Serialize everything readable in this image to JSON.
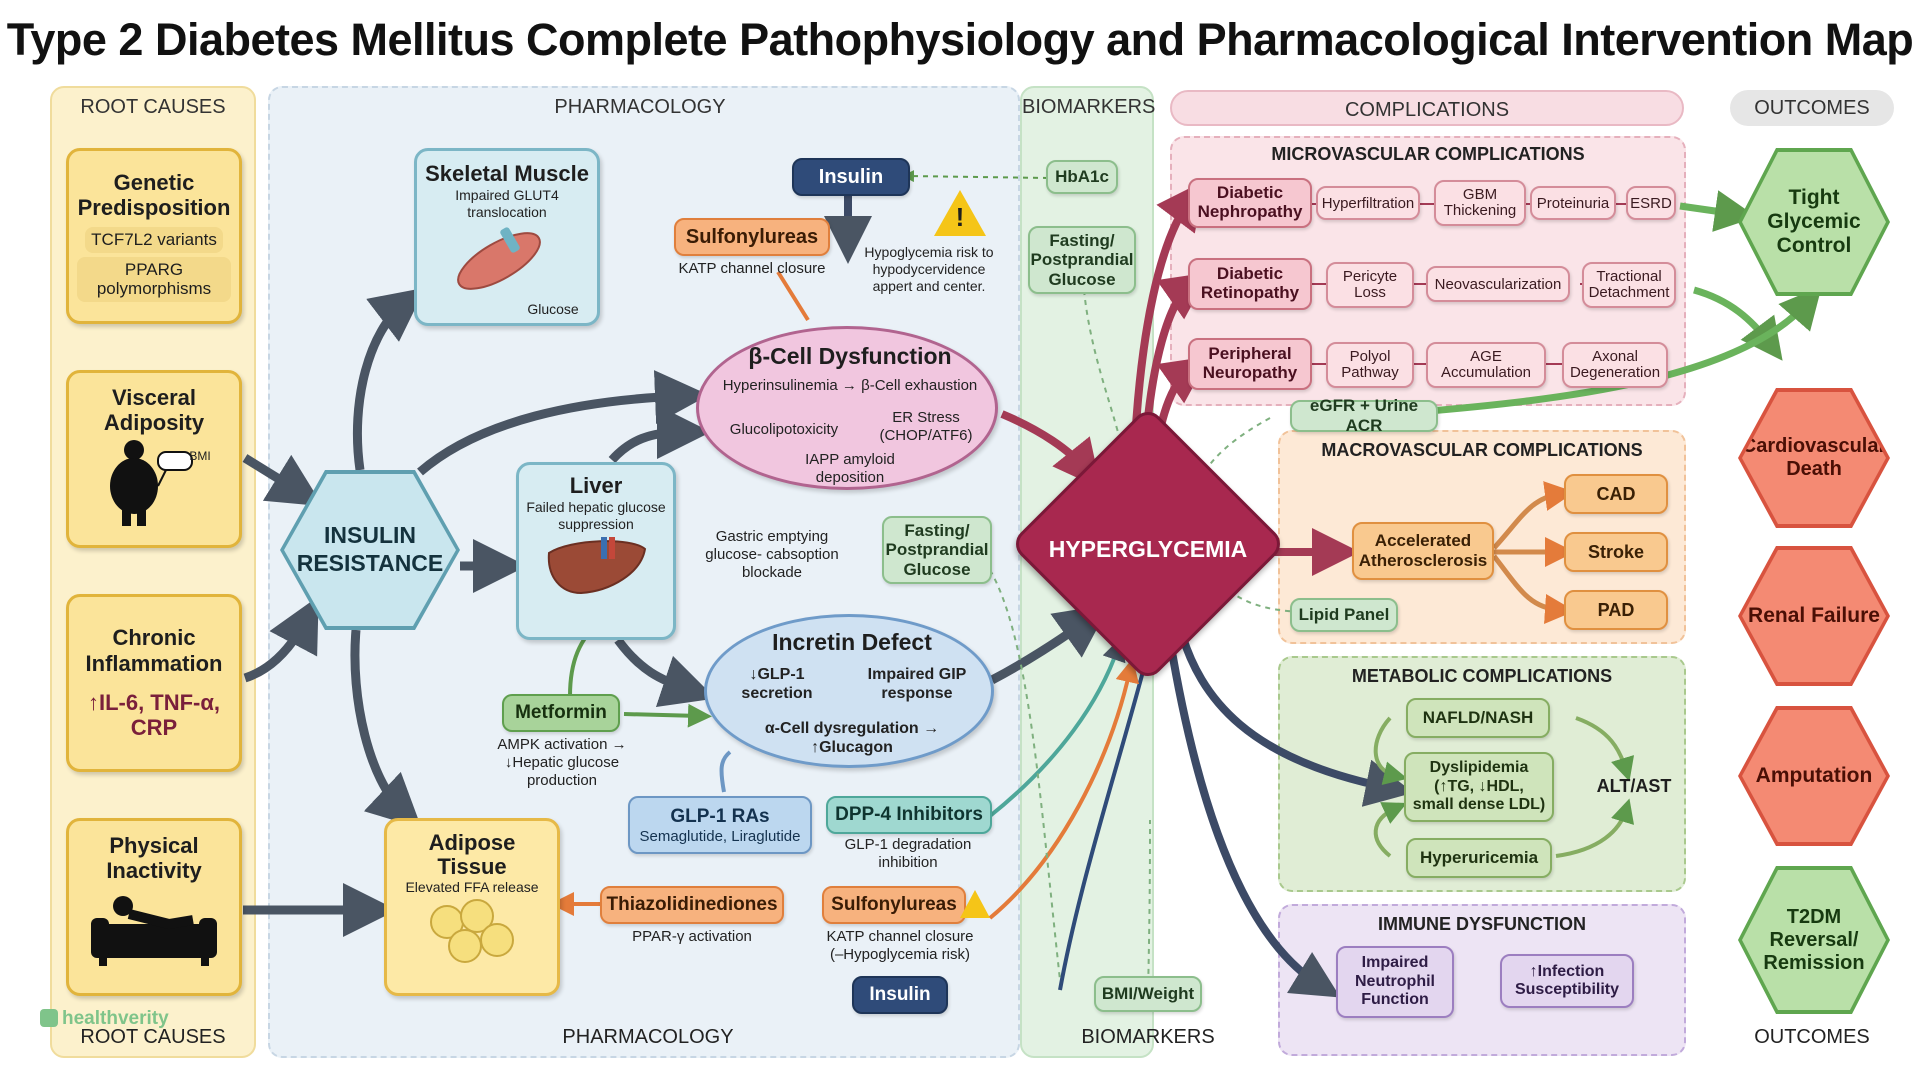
{
  "title": "Type 2 Diabetes Mellitus Complete Pathophysiology and Pharmacological Intervention Map",
  "columns": {
    "root_causes": "ROOT CAUSES",
    "pharmacology": "PHARMACOLOGY",
    "biomarkers": "BIOMARKERS",
    "complications": "COMPLICATIONS",
    "outcomes": "OUTCOMES"
  },
  "root_causes": {
    "genetic": {
      "title": "Genetic Predisposition",
      "items": [
        "TCF7L2 variants",
        "PPARG polymorphisms"
      ]
    },
    "visceral": {
      "title": "Visceral Adiposity",
      "bmi": "BMI"
    },
    "inflammation": {
      "title": "Chronic Inflammation",
      "markers": "↑IL-6, TNF-α, CRP"
    },
    "inactivity": {
      "title": "Physical Inactivity"
    }
  },
  "insulin_resistance": "INSULIN RESISTANCE",
  "skeletal_muscle": {
    "title": "Skeletal Muscle",
    "desc": "Impaired GLUT4 translocation",
    "glucose": "Glucose"
  },
  "liver": {
    "title": "Liver",
    "desc": "Failed hepatic glucose suppression"
  },
  "adipose": {
    "title": "Adipose Tissue",
    "desc": "Elevated FFA release"
  },
  "beta_cell": {
    "title": "β-Cell Dysfunction",
    "line1": "Hyperinsulinemia → β-Cell exhaustion",
    "gluco": "Glucolipotoxicity",
    "er": "ER Stress (CHOP/ATF6)",
    "iapp": "IAPP amyloid deposition"
  },
  "incretin": {
    "title": "Incretin Defect",
    "glp1": "↓GLP-1 secretion",
    "gip": "Impaired GIP response",
    "alpha": "α-Cell dysregulation → ↑Glucagon"
  },
  "drugs": {
    "insulin_top": "Insulin",
    "sulfonylureas_top": "Sulfonylureas",
    "sulfo_top_desc": "KATP channel closure",
    "hypo_warning": "Hypoglycemia risk to hypodycervidence appert and center.",
    "gastric": "Gastric emptying glucose- cabsoption blockade",
    "metformin": "Metformin",
    "metformin_desc": "AMPK activation → ↓Hepatic glucose production",
    "glp1_ras": "GLP-1 RAs",
    "glp1_ras_desc": "Semaglutide, Liraglutide",
    "dpp4": "DPP-4 Inhibitors",
    "dpp4_desc": "GLP-1 degradation inhibition",
    "tzd": "Thiazolidinediones",
    "tzd_desc": "PPAR-γ activation",
    "sulfonylureas_bottom": "Sulfonylureas",
    "sulfo_bottom_desc": "KATP channel closure (–Hypoglycemia risk)",
    "insulin_bottom": "Insulin"
  },
  "biomarkers": {
    "hba1c": "HbA1c",
    "fpg_top": "Fasting/ Postprandial Glucose",
    "fpg_mid": "Fasting/ Postprandial Glucose",
    "egfr": "eGFR + Urine ACR",
    "lipid": "Lipid Panel",
    "bmi": "BMI/Weight"
  },
  "hyperglycemia": "HYPERGLYCEMIA",
  "micro": {
    "title": "MICROVASCULAR COMPLICATIONS",
    "nephro": [
      "Diabetic Nephropathy",
      "Hyperfiltration",
      "GBM Thickening",
      "Proteinuria",
      "ESRD"
    ],
    "retino": [
      "Diabetic Retinopathy",
      "Pericyte Loss",
      "Neovascularization",
      "Tractional Detachment"
    ],
    "neuro": [
      "Peripheral Neuropathy",
      "Polyol Pathway",
      "AGE Accumulation",
      "Axonal Degeneration"
    ]
  },
  "macro": {
    "title": "MACROVASCULAR COMPLICATIONS",
    "center": "Accelerated Atherosclerosis",
    "outs": [
      "CAD",
      "Stroke",
      "PAD"
    ]
  },
  "metabolic": {
    "title": "METABOLIC COMPLICATIONS",
    "items": [
      "NAFLD/NASH",
      "Dyslipidemia (↑TG, ↓HDL, small dense LDL)",
      "Hyperuricemia"
    ],
    "out": "ALT/AST"
  },
  "immune": {
    "title": "IMMUNE DYSFUNCTION",
    "items": [
      "Impaired Neutrophil Function",
      "↑Infection Susceptibility"
    ]
  },
  "outcomes": [
    "Tight Glycemic Control",
    "Cardiovascular Death",
    "Renal Failure",
    "Amputation",
    "T2DM Reversal/ Remission"
  ],
  "watermark": "healthverity",
  "colors": {
    "root": "#fbe49a",
    "pharm": "#e6eef6",
    "bio": "#d9eed9",
    "comp": "#f8dde3",
    "hyper": "#a8284f"
  }
}
